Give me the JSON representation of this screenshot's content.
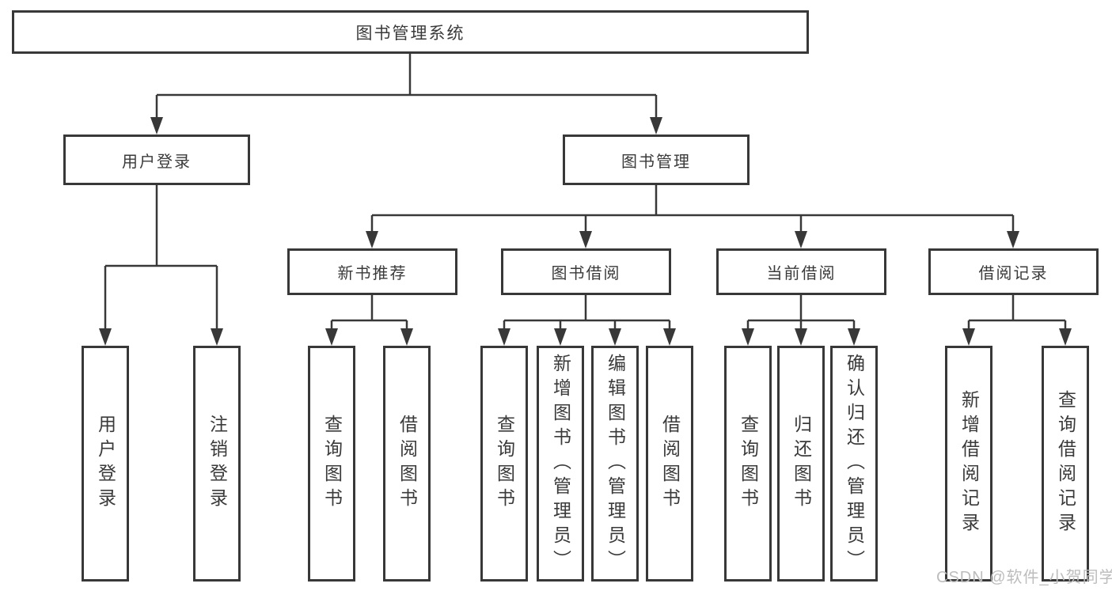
{
  "diagram_title": "图书管理系统",
  "nodes": {
    "root": "图书管理系统",
    "user_login": "用户登录",
    "book_mgmt": "图书管理",
    "new_book_rec": "新书推荐",
    "book_borrow": "图书借阅",
    "current_borrow": "当前借阅",
    "borrow_records": "借阅记录",
    "leaf_user_login": "用户登录",
    "leaf_logout": "注销登录",
    "leaf_query_book_1": "查询图书",
    "leaf_borrow_book_1": "借阅图书",
    "leaf_query_book_2": "查询图书",
    "leaf_add_book": "新增图书（管理员）",
    "leaf_edit_book": "编辑图书（管理员）",
    "leaf_borrow_book_2": "借阅图书",
    "leaf_query_book_3": "查询图书",
    "leaf_return_book": "归还图书",
    "leaf_confirm_return": "确认归还（管理员）",
    "leaf_add_record": "新增借阅记录",
    "leaf_query_record": "查询借阅记录"
  },
  "colors": {
    "line": "#383838",
    "text": "#3a3a3a",
    "watermark": "#bdbdbd",
    "background": "#ffffff"
  },
  "watermark": "CSDN @软件_小贺同学"
}
